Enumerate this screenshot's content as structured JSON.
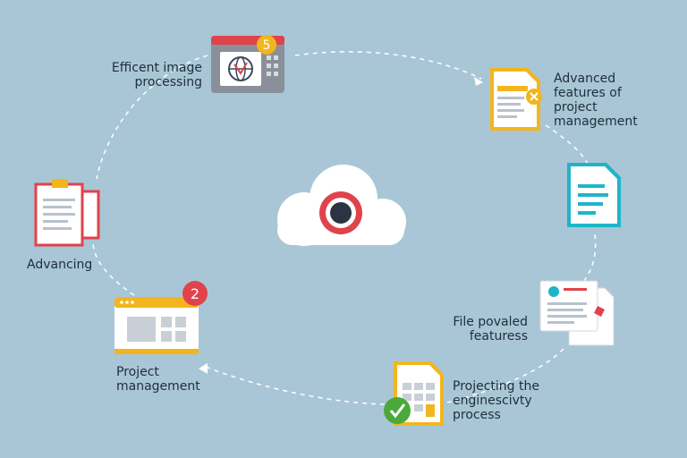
{
  "colors": {
    "background": "#a9c6d6",
    "cycle_path": "#ffffff",
    "accent_red": "#e0434b",
    "accent_yellow": "#f2b51e",
    "accent_teal": "#1fb5c9",
    "accent_green": "#4aa93a",
    "text": "#1f2d3a"
  },
  "center": {
    "icon": "cloud-target-icon"
  },
  "nodes": [
    {
      "id": "image-processing",
      "label": "Efficent image\nprocessing",
      "icon": "browser-globe-icon",
      "badge": "5"
    },
    {
      "id": "advanced-features",
      "label": "Advanced\nfeatures of\nproject\nmanagement",
      "icon": "document-close-icon"
    },
    {
      "id": "document",
      "label": "",
      "icon": "document-icon"
    },
    {
      "id": "file-features",
      "label": "File povaled\nfeaturess",
      "icon": "documents-stack-icon"
    },
    {
      "id": "projecting-process",
      "label": "Projecting the\nenginescivty\nprocess",
      "icon": "spreadsheet-check-icon"
    },
    {
      "id": "project-management",
      "label": "Project\nmanagement",
      "icon": "browser-layout-icon",
      "badge": "2"
    },
    {
      "id": "advancing",
      "label": "Advancing",
      "icon": "clipboard-icon"
    }
  ]
}
